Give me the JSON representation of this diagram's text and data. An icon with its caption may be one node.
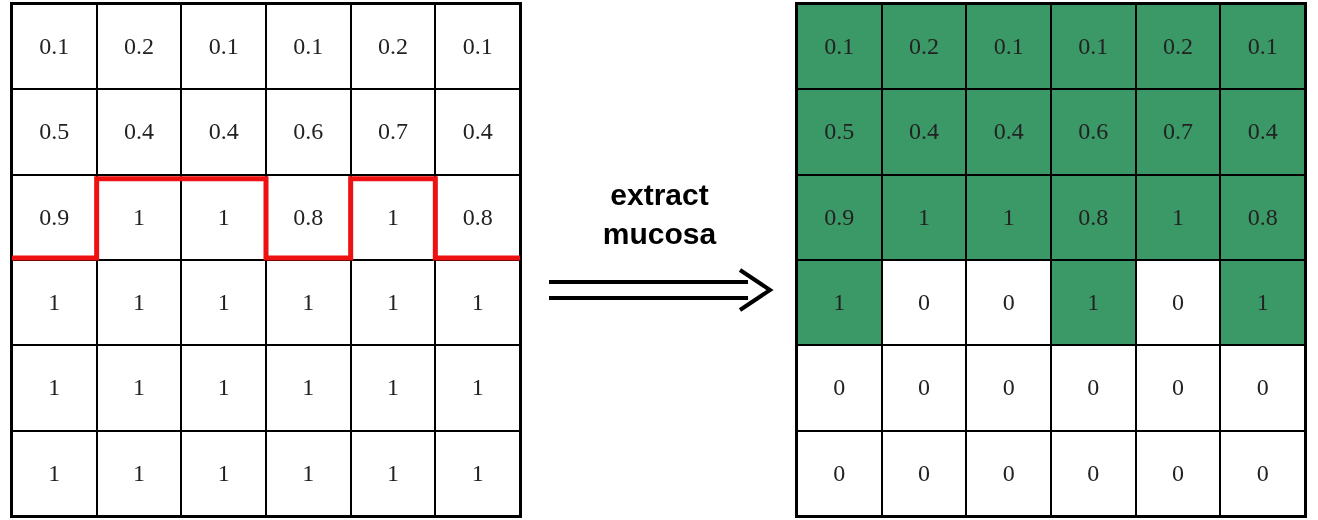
{
  "diagram": {
    "nodes": [
      {
        "text": [],
        "shape": "box"
      },
      {
        "text": [],
        "shape": "box"
      }
    ],
    "edges": [
      {
        "from": 0,
        "to": 1,
        "arrow": "to",
        "label": "extract mucosa"
      }
    ],
    "labels": [
      "0.1",
      "0.2",
      "0.1",
      "0.1",
      "0.2",
      "0.1",
      "0.5",
      "0.4",
      "0.4",
      "0.6",
      "0.7",
      "0.4",
      "0.9",
      "1",
      "1",
      "0.8",
      "1",
      "0.8",
      "1",
      "1",
      "1",
      "1",
      "1",
      "1",
      "1",
      "1",
      "1",
      "1",
      "1",
      "1",
      "1",
      "1",
      "1",
      "1",
      "1",
      "1",
      "0.1",
      "0.2",
      "0.1",
      "0.1",
      "0.2",
      "0.1",
      "0.5",
      "0.4",
      "0.4",
      "0.6",
      "0.7",
      "0.4",
      "0.9",
      "1",
      "1",
      "0.8",
      "1",
      "0.8",
      "1",
      "0",
      "0",
      "1",
      "0",
      "1",
      "0",
      "0",
      "0",
      "0",
      "0",
      "0",
      "0",
      "0",
      "0",
      "0",
      "0",
      "0"
    ]
  }
}
